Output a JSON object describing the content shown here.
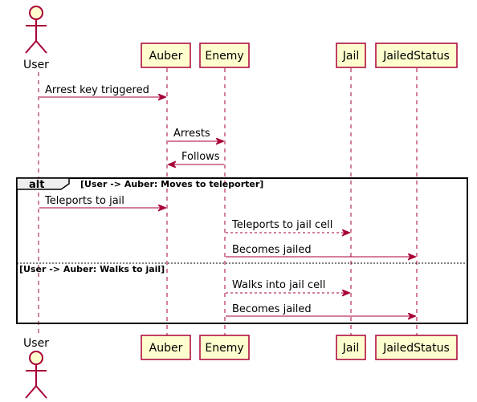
{
  "diagram": {
    "actor": {
      "name": "User"
    },
    "participants": [
      "Auber",
      "Enemy",
      "Jail",
      "JailedStatus"
    ],
    "messages": [
      {
        "label": "Arrest key triggered",
        "dashed": false
      },
      {
        "label": "Arrests",
        "dashed": false
      },
      {
        "label": "Follows",
        "dashed": false
      },
      {
        "label": "Teleports to jail",
        "dashed": false
      },
      {
        "label": "Teleports to jail cell",
        "dashed": true
      },
      {
        "label": "Becomes jailed",
        "dashed": false
      },
      {
        "label": "Walks into jail cell",
        "dashed": true
      },
      {
        "label": "Becomes jailed",
        "dashed": false
      }
    ],
    "alt_keyword": "alt",
    "alt_conditions": [
      "[User -> Auber: Moves to teleporter]",
      "[User -> Auber: Walks to jail]"
    ],
    "colors": {
      "border": "#A80036",
      "participant_fill": "#FEFECE",
      "frame": "#000000"
    }
  }
}
